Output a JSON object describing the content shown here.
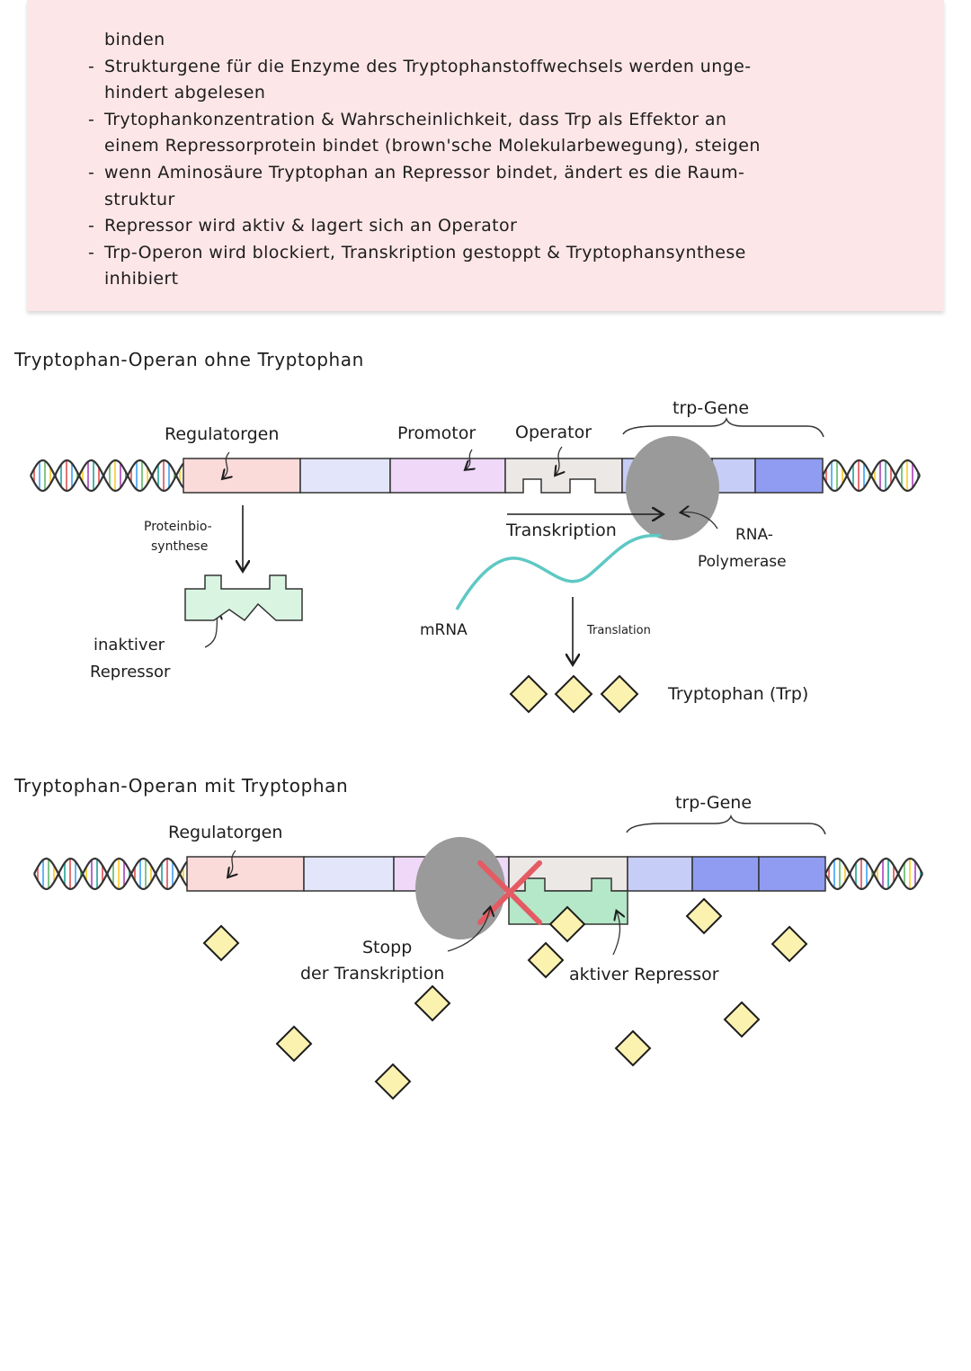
{
  "notes": [
    {
      "dash": false,
      "text": "binden"
    },
    {
      "dash": true,
      "text": "Strukturgene für die Enzyme des Tryptophanstoffwechsels werden unge-"
    },
    {
      "dash": false,
      "text": "hindert abgelesen"
    },
    {
      "dash": true,
      "text": "Trytophankonzentration & Wahrscheinlichkeit, dass Trp als Effektor an"
    },
    {
      "dash": false,
      "text": "einem Repressorprotein bindet (brown'sche Molekularbewegung), steigen"
    },
    {
      "dash": true,
      "text": "wenn Aminosäure Tryptophan an Repressor bindet, ändert es die Raum-"
    },
    {
      "dash": false,
      "text": "struktur"
    },
    {
      "dash": true,
      "text": "Repressor wird aktiv & lagert sich an Operator"
    },
    {
      "dash": true,
      "text": "Trp-Operon wird blockiert, Transkription gestoppt & Tryptophansynthese"
    },
    {
      "dash": false,
      "text": "inhibiert"
    }
  ],
  "diagram1": {
    "title": "Tryptophan-Operan ohne Tryptophan",
    "regulatorgen": "Regulatorgen",
    "promotor": "Promotor",
    "operator": "Operator",
    "trp_gene": "trp-Gene",
    "proteinbio1": "Proteinbio-",
    "proteinbio2": "synthese",
    "transkription": "Transkription",
    "rna1": "RNA-",
    "rna2": "Polymerase",
    "mrna": "mRNA",
    "translation": "Translation",
    "inaktiv1": "inaktiver",
    "inaktiv2": "Repressor",
    "tryptophan": "Tryptophan (Trp)"
  },
  "diagram2": {
    "title": "Tryptophan-Operan mit Tryptophan",
    "regulatorgen": "Regulatorgen",
    "trp_gene": "trp-Gene",
    "stopp1": "Stopp",
    "stopp2": "der Transkription",
    "aktiv": "aktiver Repressor"
  },
  "colors": {
    "note_bg": "#fde6e8",
    "regulator": "#fbdada",
    "spacer": "#e3e6fb",
    "promotor": "#efd8f8",
    "operator": "#ece8e6",
    "gene_light": "#c6cdf7",
    "gene_dark": "#8f9cf1",
    "repressor": "#d9f5e2",
    "repressor_active": "#b5e8c8",
    "polymerase": "#9a9a9a",
    "mrna": "#5ec8c4",
    "tryptophan": "#fbf2b0",
    "cross": "#e45b63"
  }
}
